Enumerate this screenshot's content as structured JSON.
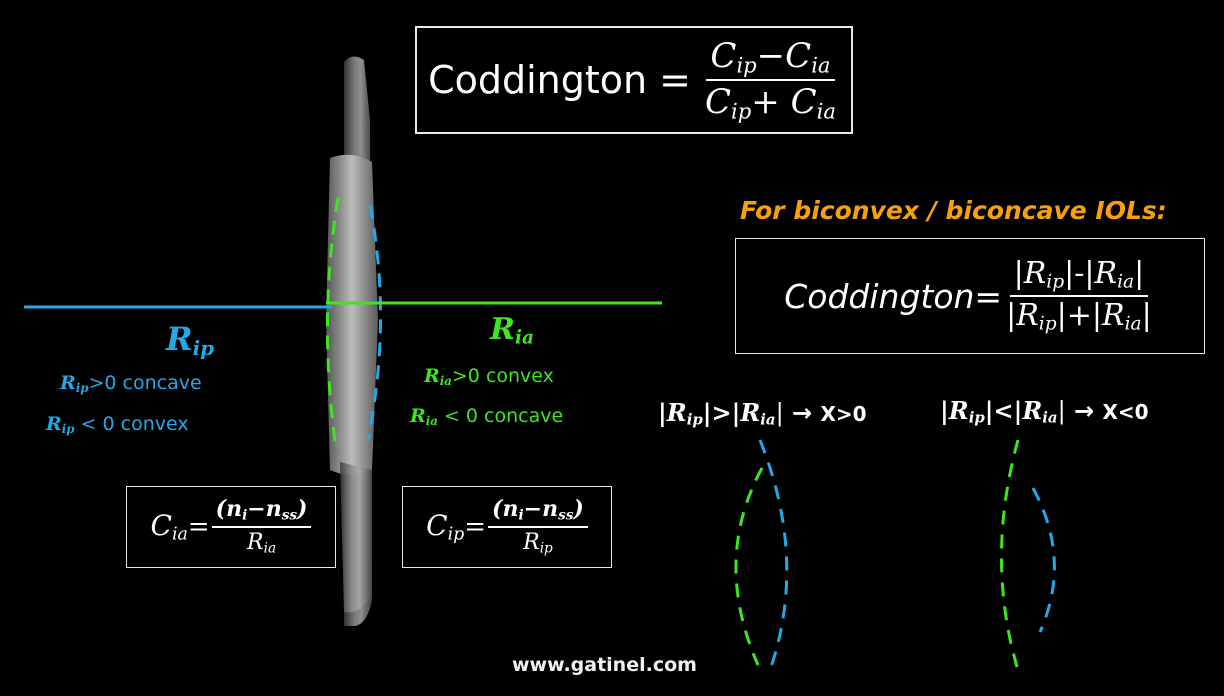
{
  "main_formula": {
    "lhs": "Coddington =",
    "num_a": "C",
    "num_a_sub": "ip",
    "num_op": "−",
    "num_b": "C",
    "num_b_sub": "ia",
    "den_a": "C",
    "den_a_sub": "ip",
    "den_op": "+ ",
    "den_b": "C",
    "den_b_sub": "ia"
  },
  "biconvex": {
    "heading": "For biconvex / biconcave IOLs:",
    "lhs": "Coddington=",
    "num_l": "|R",
    "num_l_sub": "ip",
    "num_op": "|-|R",
    "num_r_sub": "ia",
    "num_end": "|",
    "den_l": "|R",
    "den_l_sub": "ip",
    "den_op": "|+|R",
    "den_r_sub": "ia",
    "den_end": "|"
  },
  "left_labels": {
    "title": "R",
    "title_sub": "ip",
    "line1_sym": "R",
    "line1_sub": "ip",
    "line1_text": ">0 concave",
    "line2_sym": "R",
    "line2_sub": "ip",
    "line2_text": " < 0 convex"
  },
  "right_labels": {
    "title": "R",
    "title_sub": "ia",
    "line1_sym": "R",
    "line1_sub": "ia",
    "line1_text": ">0 convex",
    "line2_sym": "R",
    "line2_sub": "ia",
    "line2_text": " < 0 concave"
  },
  "cia_formula": {
    "lhs": "C",
    "lhs_sub": "ia",
    "eq": " =",
    "num": "(n",
    "num_sub1": "i",
    "num_mid": "−n",
    "num_sub2": "ss",
    "num_end": ")",
    "den": "R",
    "den_sub": "ia"
  },
  "cip_formula": {
    "lhs": "C",
    "lhs_sub": "ip",
    "eq": " =",
    "num": "(n",
    "num_sub1": "i",
    "num_mid": "−n",
    "num_sub2": "ss",
    "num_end": ")",
    "den": "R",
    "den_sub": "ip"
  },
  "case_pos": {
    "a": "|R",
    "a_sub": "ip",
    "mid": "|>|R",
    "b_sub": "ia",
    "end": "|",
    "arrow": " → ",
    "result": "X>0"
  },
  "case_neg": {
    "a": "|R",
    "a_sub": "ip",
    "mid": "|<|R",
    "b_sub": "ia",
    "end": "|",
    "arrow": " → ",
    "result": "X<0"
  },
  "footer": {
    "website": "www.gatinel.com"
  },
  "colors": {
    "blue": "#23a9e8",
    "green": "#3ee61f",
    "orange": "#f5a20a",
    "background": "#000000"
  }
}
